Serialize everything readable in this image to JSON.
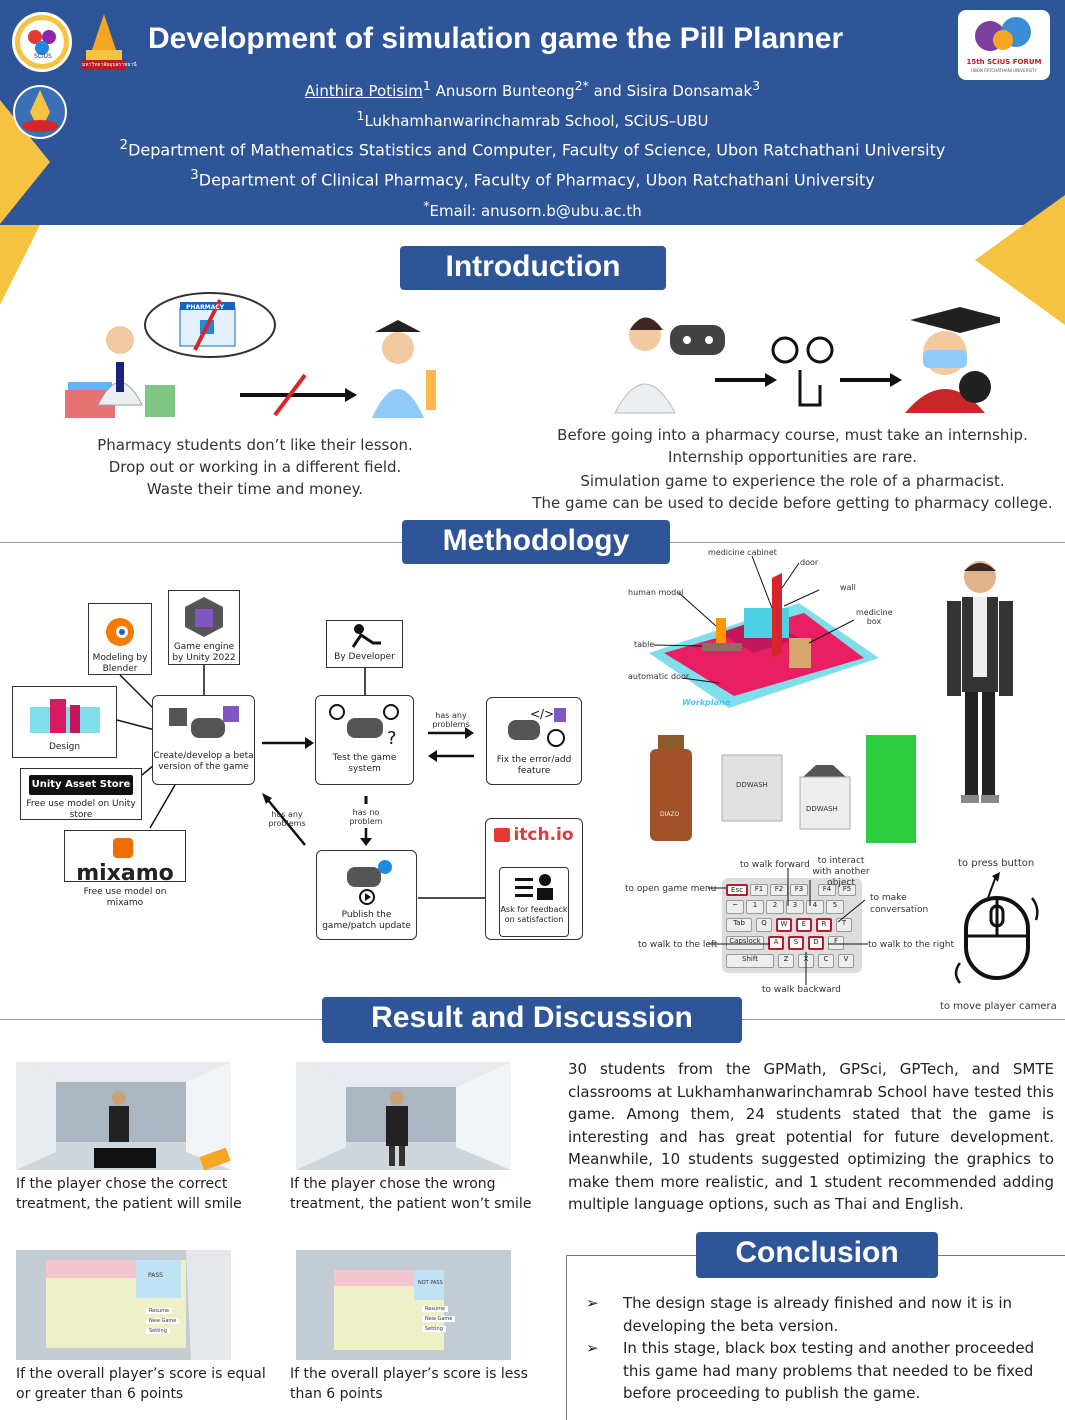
{
  "header": {
    "title": "Development of simulation game the Pill Planner",
    "authors_lead": "Ainthira Potisim",
    "authors_lead_sup": "1",
    "authors_rest": " Anusorn Bunteong",
    "authors_rest_sup": "2*",
    "authors_and": " and Sisira Donsamak",
    "authors_and_sup": "3",
    "aff1_sup": "1",
    "aff1": "Lukhamhanwarinchamrab School, SCiUS–UBU",
    "aff2_sup": "2",
    "aff2": "Department of Mathematics Statistics and Computer, Faculty of Science, Ubon Ratchathani University",
    "aff3_sup": "3",
    "aff3": "Department of Clinical Pharmacy, Faculty of Pharmacy, Ubon Ratchathani University",
    "email_sup": "*",
    "email": "Email: anusorn.b@ubu.ac.th",
    "forum": "15th SCiUS FORUM",
    "forum_sub": "UBON RATCHATHANI UNIVERSITY",
    "logo_left_text": "SCiUS",
    "logo_mid_text": "มหาวิทยาลัยอุบลราชธานี",
    "pharmacy_sign": "PHARMACY"
  },
  "colors": {
    "header_bg": "#2e5597",
    "accent_yellow": "#f5c242",
    "red": "#d6262b"
  },
  "intro": {
    "title": "Introduction",
    "left_lines": [
      "Pharmacy students don’t like their lesson.",
      "Drop out or working in a different field.",
      "Waste their time and money."
    ],
    "right_lines": [
      "Before going into a pharmacy course, must take an internship.",
      "Internship opportunities are rare.",
      "Simulation game to experience the role of a pharmacist.",
      "The game can be used to decide before getting to pharmacy college."
    ]
  },
  "method": {
    "title": "Methodology",
    "blender": "Modeling by Blender",
    "unity": "Game engine by Unity 2022",
    "design": "Design",
    "asset_store": "Unity Asset Store",
    "asset_store_sub": "Free use model on Unity store",
    "mixamo": "mixamo",
    "mixamo_sub": "Free use model on mixamo",
    "create": "Create/develop a beta version of the game",
    "developer": "By Developer",
    "test": "Test the game system",
    "has_any": "has any problems",
    "fix": "Fix the error/add feature",
    "no_problem": "has no problem",
    "has_any2": "has any problems",
    "publish": "Publish the game/patch update",
    "itch": "itch.io",
    "feedback": "Ask for feedback on satisfaction",
    "scene_labels": {
      "cabinet": "medicine cabinet",
      "door": "door",
      "human": "human model",
      "wall": "wall",
      "medicine_box": "medicine box",
      "table": "table",
      "auto_door": "automatic door",
      "workplane": "Workplane"
    },
    "product_labels": {
      "bottle": "DIAZO",
      "box1": "DDWASH",
      "box2": "DDWASH"
    },
    "controls": {
      "walk_forward": "to walk forward",
      "interact": "to interact with another object",
      "menu": "to open game menu",
      "conversation": "to make conversation",
      "walk_left": "to walk to the left",
      "walk_right": "to walk to the right",
      "walk_back": "to walk backward",
      "press": "to press button",
      "camera": "to move player camera"
    },
    "keys": {
      "esc": "Esc",
      "f1": "F1",
      "f2": "F2",
      "f3": "F3",
      "f4": "F4",
      "f5": "F5",
      "tilde": "~",
      "k1": "1",
      "k2": "2",
      "k3": "3",
      "k4": "4",
      "k5": "5",
      "tab": "Tab",
      "q": "Q",
      "w": "W",
      "e": "E",
      "r": "R",
      "t": "T",
      "caps": "Capslock",
      "a": "A",
      "s": "S",
      "d": "D",
      "f": "F",
      "shift": "Shift",
      "z": "Z",
      "x": "X",
      "c": "C",
      "v": "V"
    }
  },
  "result": {
    "title": "Result and Discussion",
    "cap1": "If the player chose the correct treatment, the patient will smile",
    "cap2": "If the player chose the wrong treatment, the patient won’t smile",
    "cap3": "If the overall player’s score is equal or greater than 6 points",
    "cap4": "If the overall player’s score is less than 6 points",
    "pass": "PASS",
    "notpass": "NOT PASS",
    "resume": "Resume",
    "newgame": "New Game",
    "setting": "Setting",
    "paragraph": "30 students from the GPMath, GPSci, GPTech, and SMTE classrooms at Lukhamhanwarinchamrab School have tested this game. Among them, 24 students stated that the game is interesting and has great potential for future development. Meanwhile, 10 students suggested optimizing the graphics to make them more realistic, and 1 student recommended adding multiple language options, such as Thai and English."
  },
  "conclusion": {
    "title": "Conclusion",
    "bullet_mark": "➢",
    "b1": "The design stage is already finished and now it is in developing the beta version.",
    "b2": "In this stage, black box testing and another proceeded this game had many problems that needed to be fixed before proceeding to publish the game."
  }
}
